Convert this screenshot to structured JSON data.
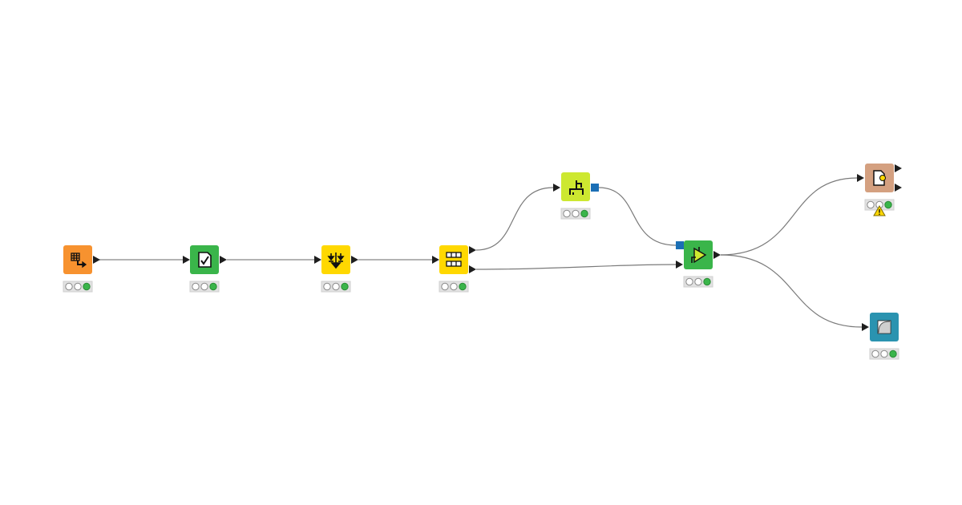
{
  "workflow": {
    "nodes": [
      {
        "id": "n1",
        "color": "#F7922F",
        "icon": "table-to-variable-icon",
        "status": "executed"
      },
      {
        "id": "n2",
        "color": "#3AB54A",
        "icon": "document-check-icon",
        "status": "executed"
      },
      {
        "id": "n3",
        "color": "#FFD800",
        "icon": "column-filter-arrows-icon",
        "status": "executed"
      },
      {
        "id": "n4",
        "color": "#FFD800",
        "icon": "table-partition-icon",
        "status": "executed"
      },
      {
        "id": "n5",
        "color": "#CDE830",
        "icon": "tree-learner-icon",
        "status": "executed"
      },
      {
        "id": "n6",
        "color": "#3AB54A",
        "icon": "predictor-play-icon",
        "status": "executed"
      },
      {
        "id": "n7",
        "color": "#D4A080",
        "icon": "document-scorer-icon",
        "status": "executed",
        "warning": true
      },
      {
        "id": "n8",
        "color": "#2A93B0",
        "icon": "roc-curve-icon",
        "status": "executed"
      }
    ],
    "edges": [
      {
        "from": "n1",
        "to": "n2"
      },
      {
        "from": "n2",
        "to": "n3"
      },
      {
        "from": "n3",
        "to": "n4"
      },
      {
        "from": "n4",
        "to": "n5"
      },
      {
        "from": "n4",
        "to": "n6"
      },
      {
        "from": "n5",
        "to": "n6",
        "port": "model"
      },
      {
        "from": "n6",
        "to": "n7"
      },
      {
        "from": "n6",
        "to": "n8"
      }
    ],
    "colors": {
      "model_port": "#1B6FB5",
      "lamp_on": "#3AB54A",
      "warning": "#FFD800"
    }
  }
}
